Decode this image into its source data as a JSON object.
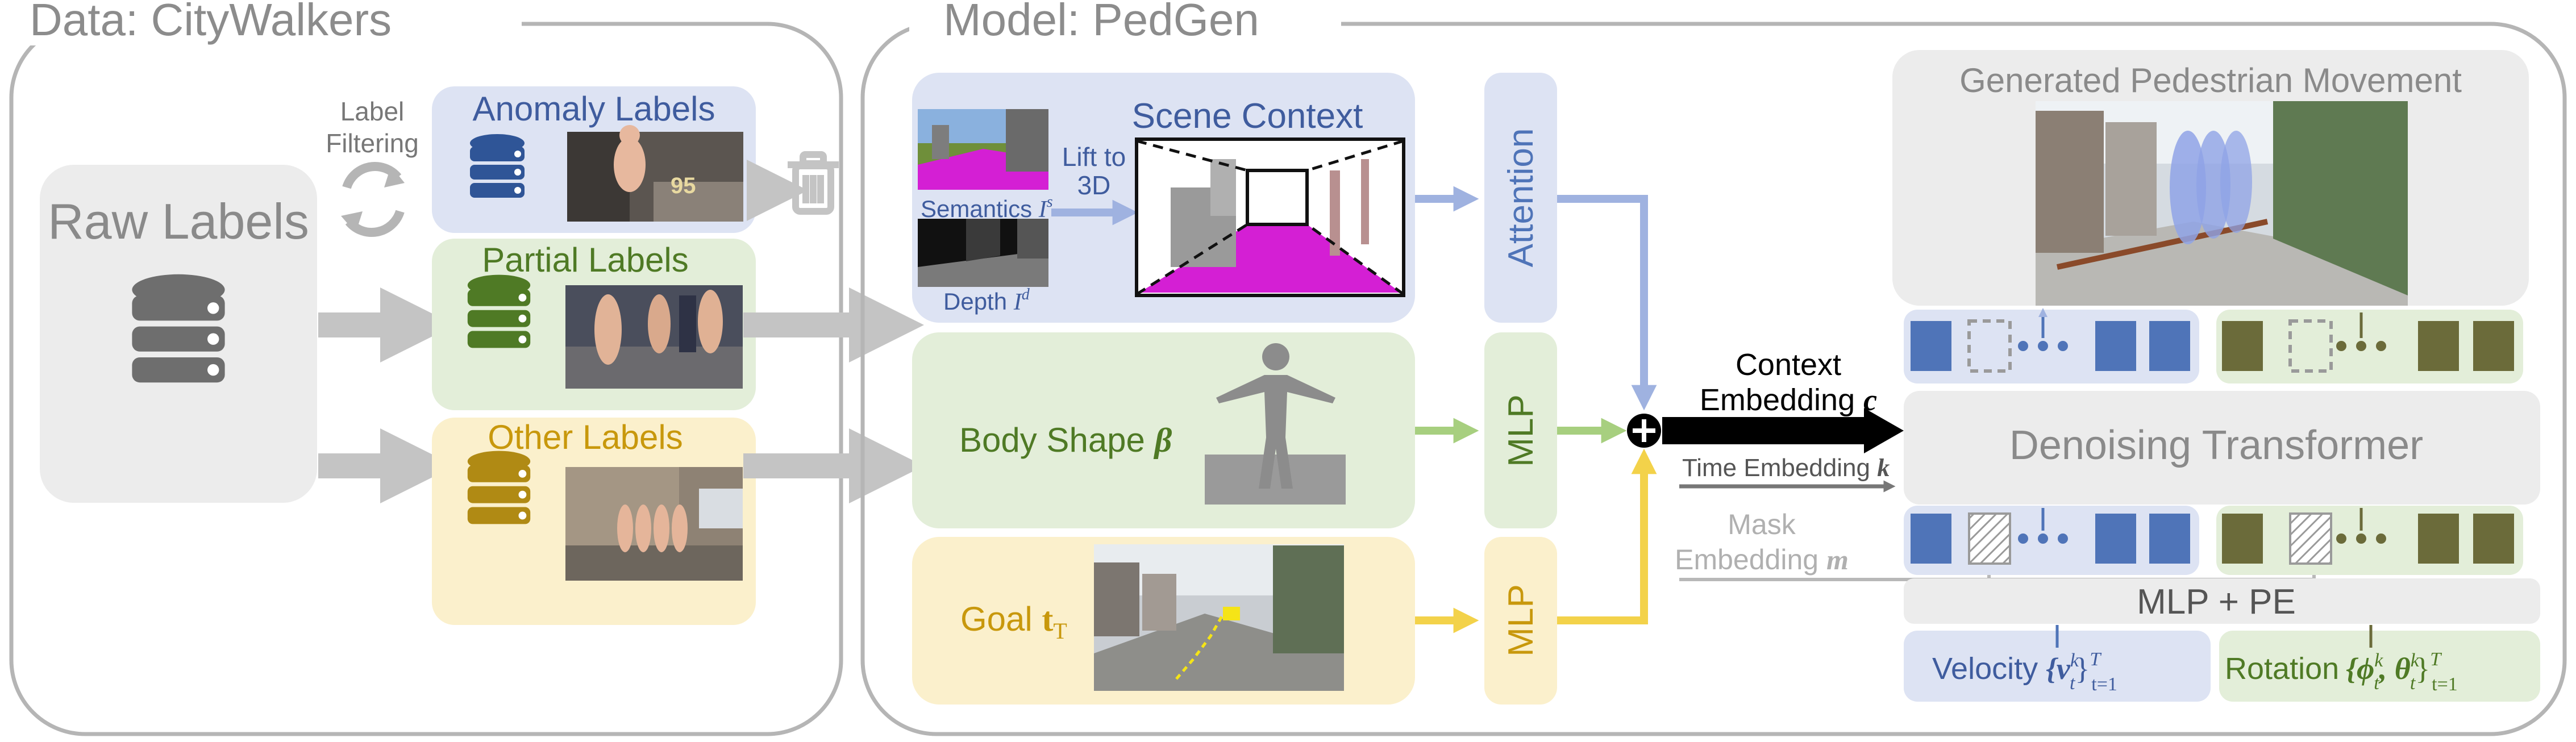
{
  "sections": {
    "data_title": "Data: CityWalkers",
    "model_title": "Model: PedGen"
  },
  "data": {
    "raw_labels": "Raw Labels",
    "label_filtering_line1": "Label",
    "label_filtering_line2": "Filtering",
    "anomaly_labels": "Anomaly Labels",
    "partial_labels": "Partial Labels",
    "other_labels": "Other Labels"
  },
  "model": {
    "scene_context": "Scene Context",
    "lift_line1": "Lift to",
    "lift_line2": "3D",
    "semantics_label": "Semantics",
    "semantics_sym": "I",
    "semantics_sup": "s",
    "depth_label": "Depth",
    "depth_sym": "I",
    "depth_sup": "d",
    "body_shape": "Body Shape",
    "body_shape_sym": "β",
    "goal": "Goal",
    "goal_sym": "t",
    "goal_sub": "T",
    "attention": "Attention",
    "mlp_1": "MLP",
    "mlp_2": "MLP",
    "context_line1": "Context",
    "context_line2": "Embedding",
    "context_sym": "c",
    "time_embedding": "Time Embedding",
    "time_sym": "k",
    "mask_line1": "Mask",
    "mask_line2": "Embedding",
    "mask_sym": "m",
    "denoising_transformer": "Denoising Transformer",
    "generated_movement": "Generated Pedestrian Movement",
    "mlp_pe": "MLP + PE",
    "velocity": "Velocity",
    "velocity_formula": "{v",
    "velocity_k": "k",
    "velocity_t": "t",
    "velocity_brace": "}",
    "velocity_T": "T",
    "velocity_range": "t=1",
    "rotation": "Rotation",
    "rotation_formula": "{ϕ",
    "rotation_k1": "k",
    "rotation_t1": "t",
    "rotation_mid": ", θ",
    "rotation_k2": "k",
    "rotation_t2": "t",
    "rotation_brace": "}",
    "rotation_T": "T",
    "rotation_range": "t=1"
  },
  "colors": {
    "blue": "#dde3f3",
    "blue_dark": "#4f74b8",
    "blue_text": "#3f5c9e",
    "green": "#e3eed9",
    "green_dark": "#5a8a2e",
    "green_text": "#4f7a25",
    "yellow": "#fbf0cc",
    "yellow_dark": "#c49a14",
    "yellow_text": "#c8980c",
    "olive": "#6b6b3a",
    "gray_box": "#ececec",
    "gray_text": "#7a7a7a",
    "arrow_gray": "#c4c4c4",
    "magenta": "#d41fd4"
  },
  "icons": [
    "database-icon",
    "refresh-cycle-icon",
    "trash-icon",
    "plus-circle-icon"
  ]
}
